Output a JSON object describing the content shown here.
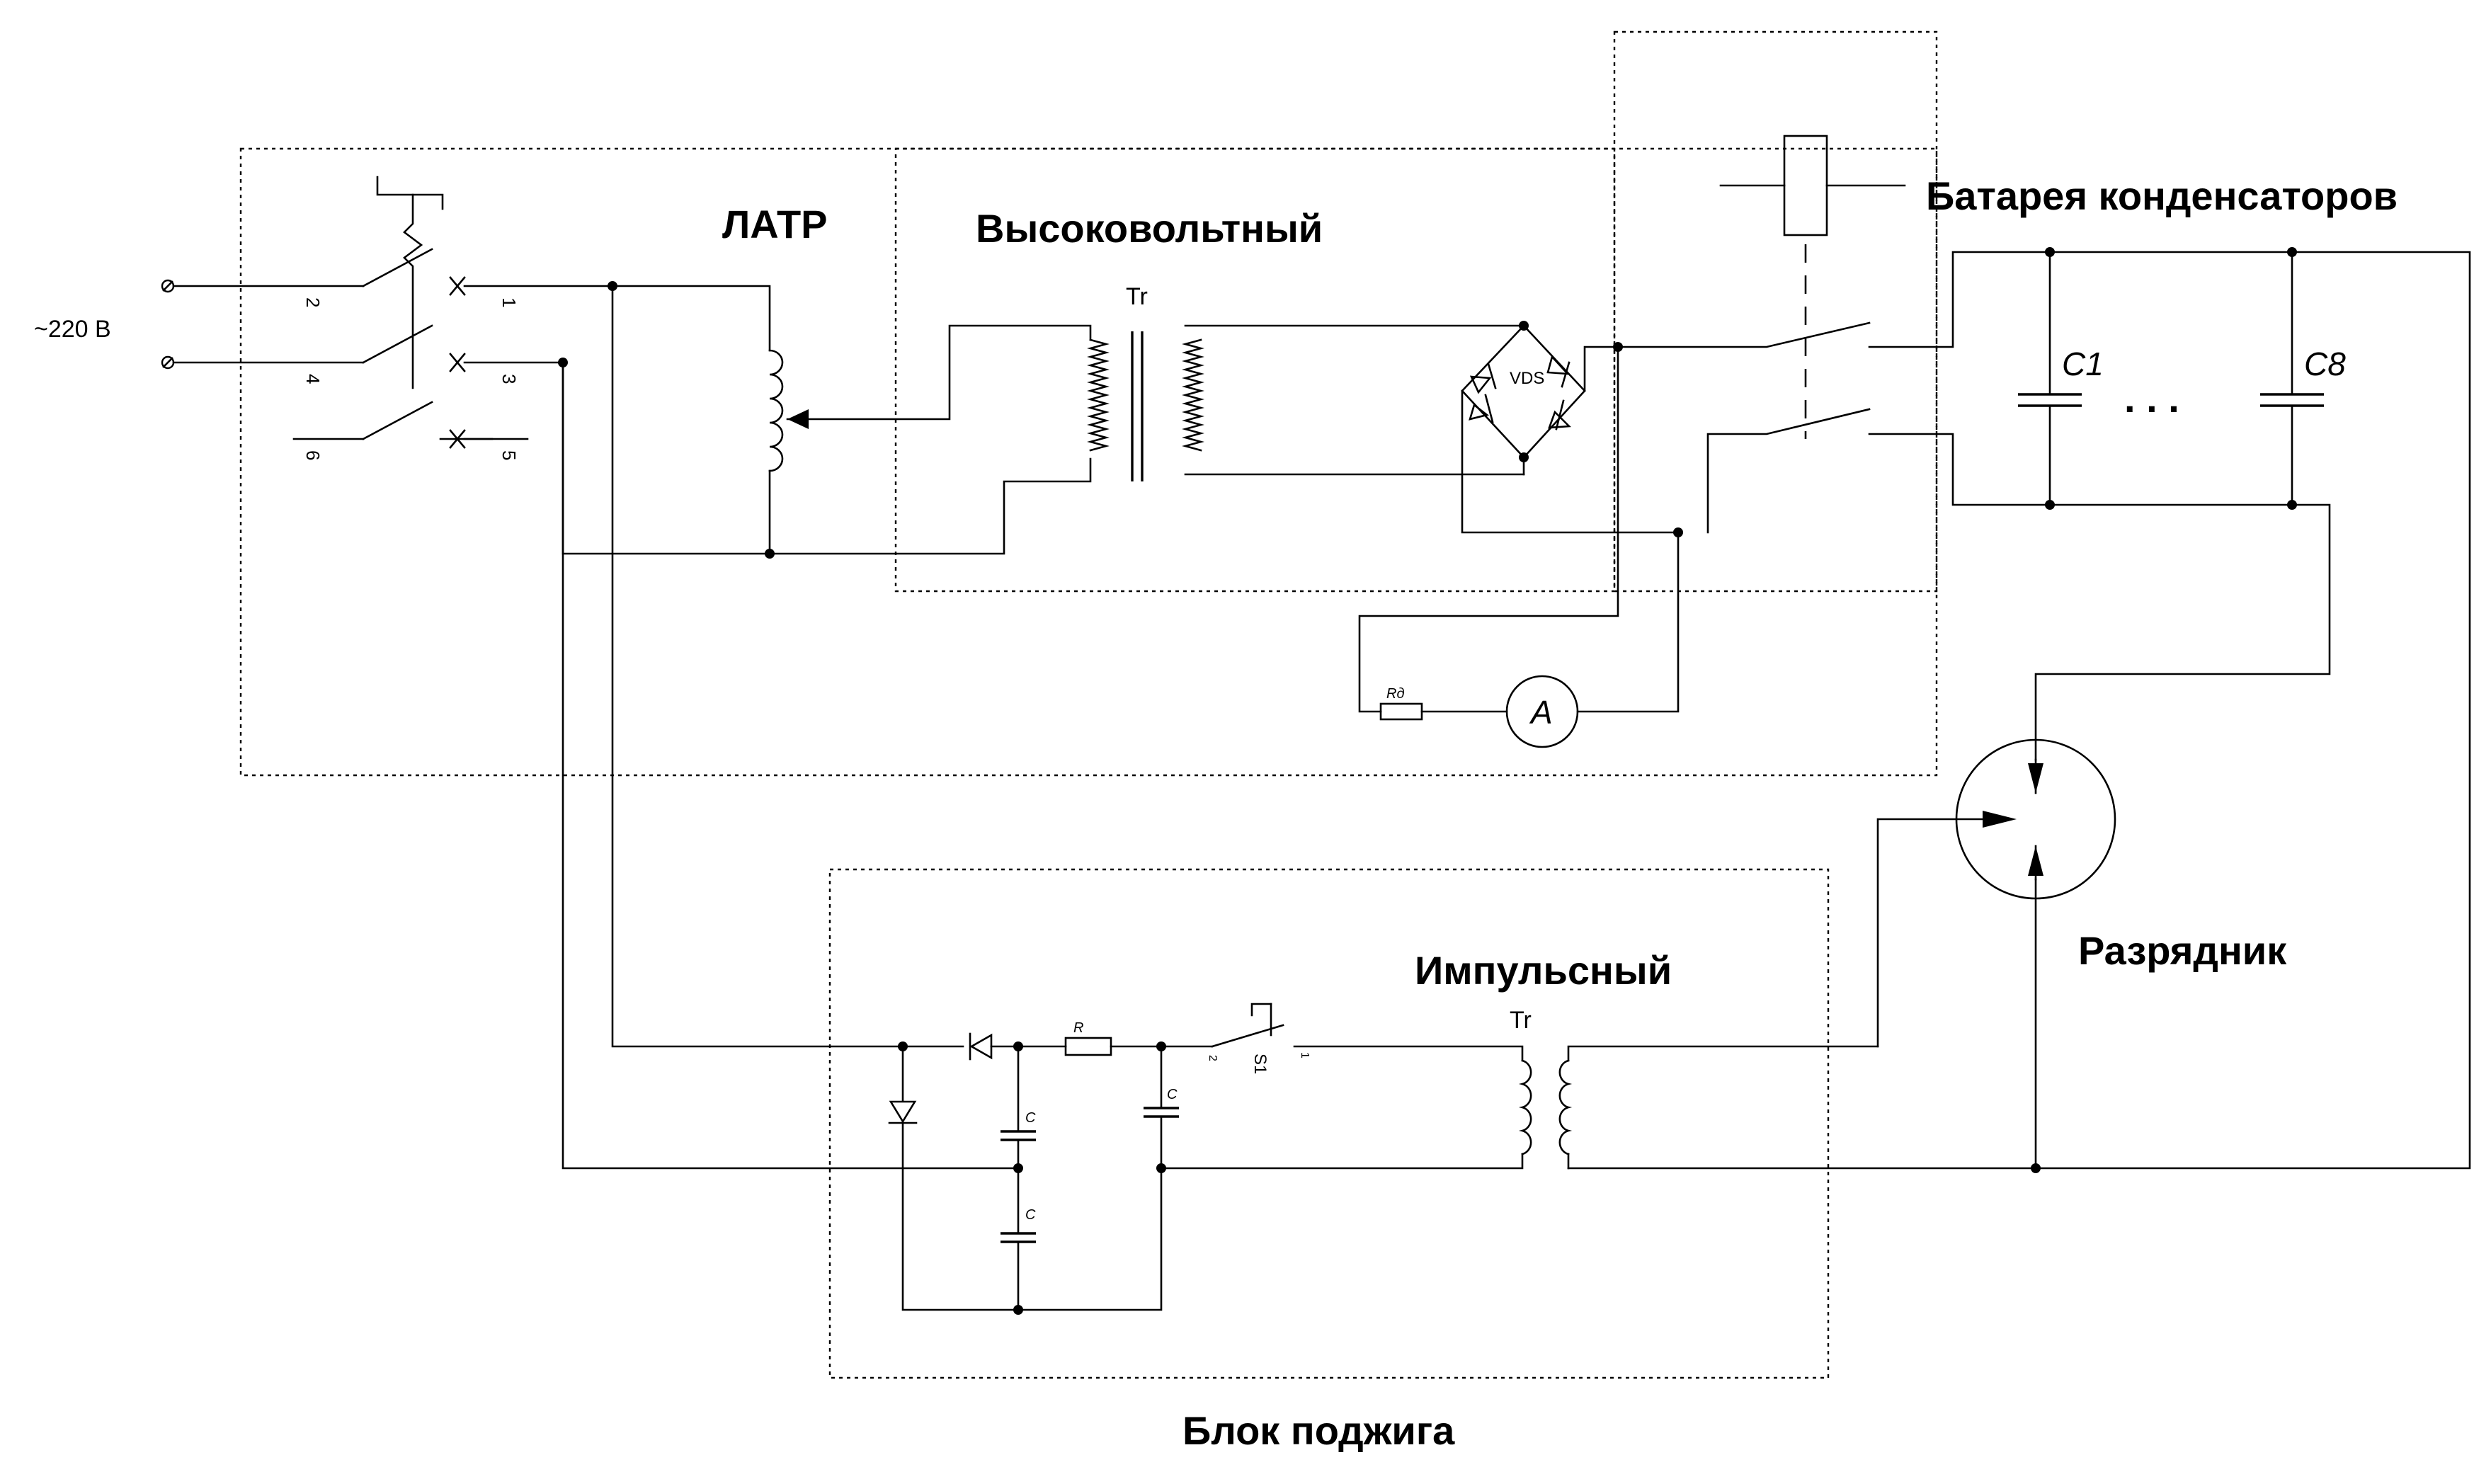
{
  "labels": {
    "mains": "~220 В",
    "latr": "ЛАТР",
    "hv_transformer": "Высоковольтный",
    "hv_tr": "Tr",
    "bridge": "VDS",
    "capacitor_bank": "Батарея конденсаторов",
    "c_first": "C1",
    "c_last": "C8",
    "ellipsis": ". . .",
    "resistor_rd": "Rд",
    "ammeter": "A",
    "spark_gap": "Разрядник",
    "pulse_transformer": "Импульсный",
    "pulse_tr": "Tr",
    "r_ignition": "R",
    "c_ign_1": "C",
    "c_ign_2": "C",
    "c_ign_3": "C",
    "switch_s1": "S1",
    "s1_pin_2": "2",
    "s1_pin_1": "1",
    "ignition_block": "Блок поджига"
  },
  "switch_pins": [
    "2",
    "1",
    "4",
    "3",
    "6",
    "5"
  ]
}
